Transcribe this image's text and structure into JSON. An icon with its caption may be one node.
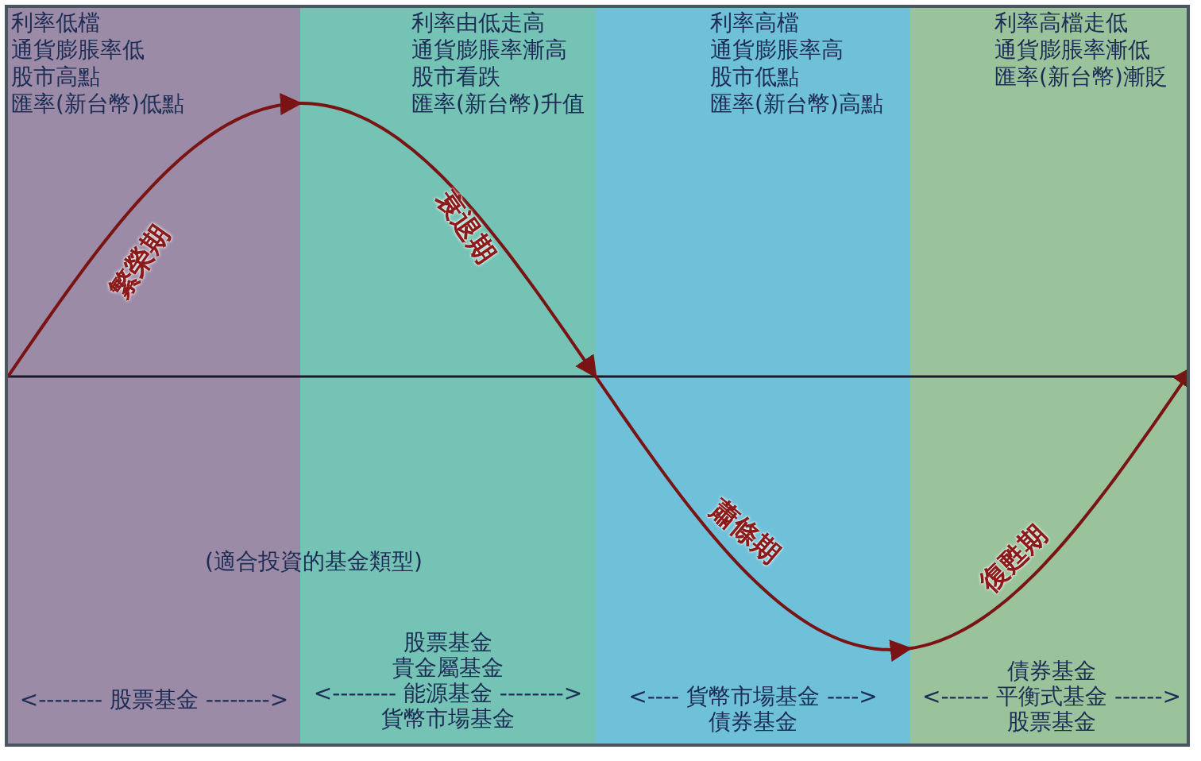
{
  "diagram": {
    "nodes": [
      {
        "text": [
          "利率低檔",
          "通貨膨脹率低",
          "股市高點",
          "匯率(新台幣)低點",
          "繁榮期",
          "<-------- 股票基金 -------->"
        ]
      },
      {
        "text": [
          "利率由低走高",
          "通貨膨脹率漸高",
          "股市看跌",
          "匯率(新台幣)升值",
          "衰退期",
          "股票基金",
          "貴金屬基金",
          "<-------- 能源基金 -------->",
          "貨幣市場基金"
        ]
      },
      {
        "text": [
          "利率高檔",
          "通貨膨脹率高",
          "股市低點",
          "匯率(新台幣)高點",
          "蕭條期",
          "<---- 貨幣市場基金 ---->",
          "債券基金"
        ]
      },
      {
        "text": [
          "利率高檔走低",
          "通貨膨脹率漸低",
          "匯率(新台幣)漸貶",
          "復甦期",
          "債券基金",
          "<------ 平衡式基金 ------>",
          "股票基金"
        ]
      }
    ],
    "edges": [
      {
        "from": 0,
        "to": 1,
        "arrow": "to"
      },
      {
        "from": 1,
        "to": 2,
        "arrow": "to"
      },
      {
        "from": 2,
        "to": 3,
        "arrow": "to"
      },
      {
        "from": null,
        "to": 3,
        "arrow": "to"
      }
    ],
    "labels": [
      "(適合投資的基金類型)"
    ]
  }
}
